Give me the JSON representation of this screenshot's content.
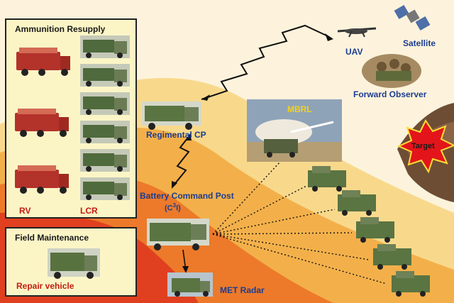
{
  "labels": {
    "ammunition_resupply": "Ammunition Resupply",
    "rv": "RV",
    "lcr": "LCR",
    "field_maintenance": "Field Maintenance",
    "repair_vehicle": "Repair vehicle",
    "regimental_cp": "Regimental CP",
    "battery_command_post": "Battery Command Post",
    "c3i": "(C",
    "c3i_sup": "3",
    "c3i_end": "I)",
    "met_radar": "MET Radar",
    "mbrl": "MBRL",
    "uav": "UAV",
    "satellite": "Satellite",
    "forward_observer": "Forward Observer",
    "target": "Target"
  },
  "icons": {
    "rv_truck": "ammunition-truck-icon",
    "lcr_truck": "loader-crane-truck-icon",
    "repair_truck": "repair-vehicle-icon",
    "command_truck": "command-vehicle-icon",
    "launcher": "rocket-launcher-icon",
    "uav": "uav-icon",
    "satellite": "satellite-icon",
    "observer": "forward-observer-icon",
    "target": "explosion-icon",
    "radar": "radar-vehicle-icon"
  },
  "colors": {
    "background": "#fdf3dc",
    "band_outer": "#f8d98c",
    "band_mid": "#f3b04a",
    "band_inner": "#ec7a2a",
    "band_core": "#e0401f",
    "panel_fill": "#fbf5c6",
    "label_blue": "#1d3d91",
    "label_red": "#c41c10",
    "starburst": "#e3151b",
    "terrain": "#6e4d35"
  }
}
